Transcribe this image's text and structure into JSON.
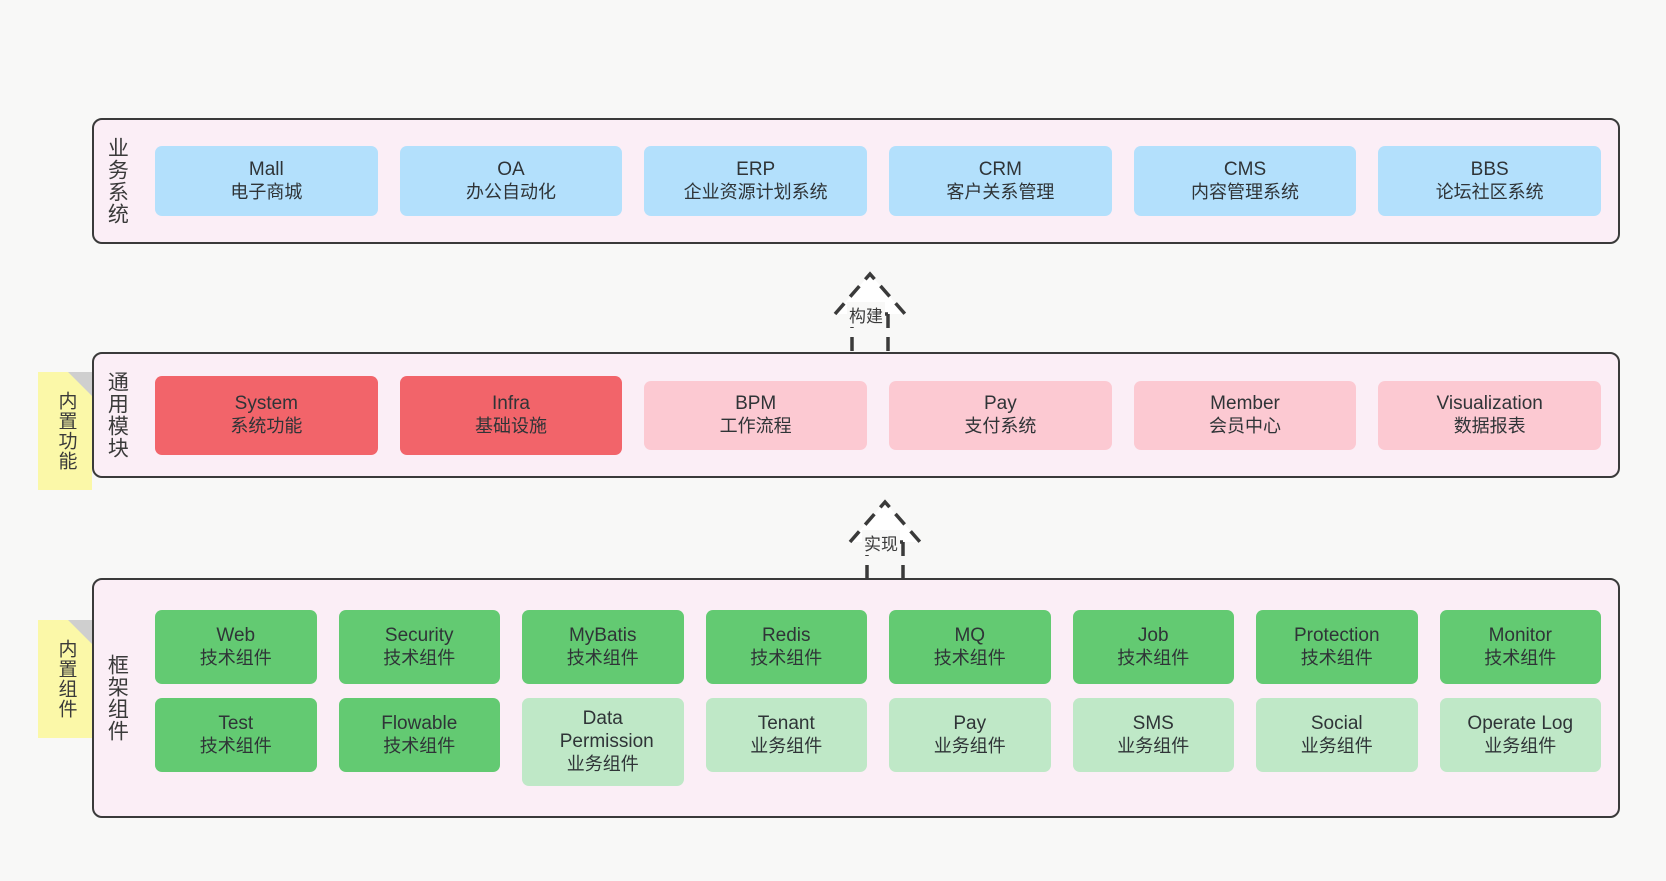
{
  "diagram": {
    "title_hidden": "",
    "background": "#f8f8f7",
    "layers": [
      {
        "id": "business",
        "title": "业务系统",
        "fill": "#fbeef6",
        "items": [
          {
            "name": "Mall",
            "desc": "电子商城",
            "color": "#b3e0fc"
          },
          {
            "name": "OA",
            "desc": "办公自动化",
            "color": "#b3e0fc"
          },
          {
            "name": "ERP",
            "desc": "企业资源计划系统",
            "color": "#b3e0fc"
          },
          {
            "name": "CRM",
            "desc": "客户关系管理",
            "color": "#b3e0fc"
          },
          {
            "name": "CMS",
            "desc": "内容管理系统",
            "color": "#b3e0fc"
          },
          {
            "name": "BBS",
            "desc": "论坛社区系统",
            "color": "#b3e0fc"
          }
        ]
      },
      {
        "id": "common",
        "title": "通用模块",
        "fill": "#fbeef6",
        "note": "内置功能",
        "items": [
          {
            "name": "System",
            "desc": "系统功能",
            "color": "#f2646a"
          },
          {
            "name": "Infra",
            "desc": "基础设施",
            "color": "#f2646a"
          },
          {
            "name": "BPM",
            "desc": "工作流程",
            "color": "#fcc9d2"
          },
          {
            "name": "Pay",
            "desc": "支付系统",
            "color": "#fcc9d2"
          },
          {
            "name": "Member",
            "desc": "会员中心",
            "color": "#fcc9d2"
          },
          {
            "name": "Visualization",
            "desc": "数据报表",
            "color": "#fcc9d2"
          }
        ]
      },
      {
        "id": "framework",
        "title": "框架组件",
        "fill": "#fbeef6",
        "note": "内置组件",
        "rows": [
          [
            {
              "name": "Web",
              "desc": "技术组件",
              "color": "#63ca72"
            },
            {
              "name": "Security",
              "desc": "技术组件",
              "color": "#63ca72"
            },
            {
              "name": "MyBatis",
              "desc": "技术组件",
              "color": "#63ca72"
            },
            {
              "name": "Redis",
              "desc": "技术组件",
              "color": "#63ca72"
            },
            {
              "name": "MQ",
              "desc": "技术组件",
              "color": "#63ca72"
            },
            {
              "name": "Job",
              "desc": "技术组件",
              "color": "#63ca72"
            },
            {
              "name": "Protection",
              "desc": "技术组件",
              "color": "#63ca72"
            },
            {
              "name": "Monitor",
              "desc": "技术组件",
              "color": "#63ca72"
            }
          ],
          [
            {
              "name": "Test",
              "desc": "技术组件",
              "color": "#63ca72"
            },
            {
              "name": "Flowable",
              "desc": "技术组件",
              "color": "#63ca72"
            },
            {
              "name": "Data Permission",
              "desc": "业务组件",
              "color": "#bfe8c7"
            },
            {
              "name": "Tenant",
              "desc": "业务组件",
              "color": "#bfe8c7"
            },
            {
              "name": "Pay",
              "desc": "业务组件",
              "color": "#bfe8c7"
            },
            {
              "name": "SMS",
              "desc": "业务组件",
              "color": "#bfe8c7"
            },
            {
              "name": "Social",
              "desc": "业务组件",
              "color": "#bfe8c7"
            },
            {
              "name": "Operate Log",
              "desc": "业务组件",
              "color": "#bfe8c7"
            }
          ]
        ]
      }
    ],
    "connectors": [
      {
        "id": "build",
        "label": "构建"
      },
      {
        "id": "implement",
        "label": "实现"
      }
    ]
  }
}
